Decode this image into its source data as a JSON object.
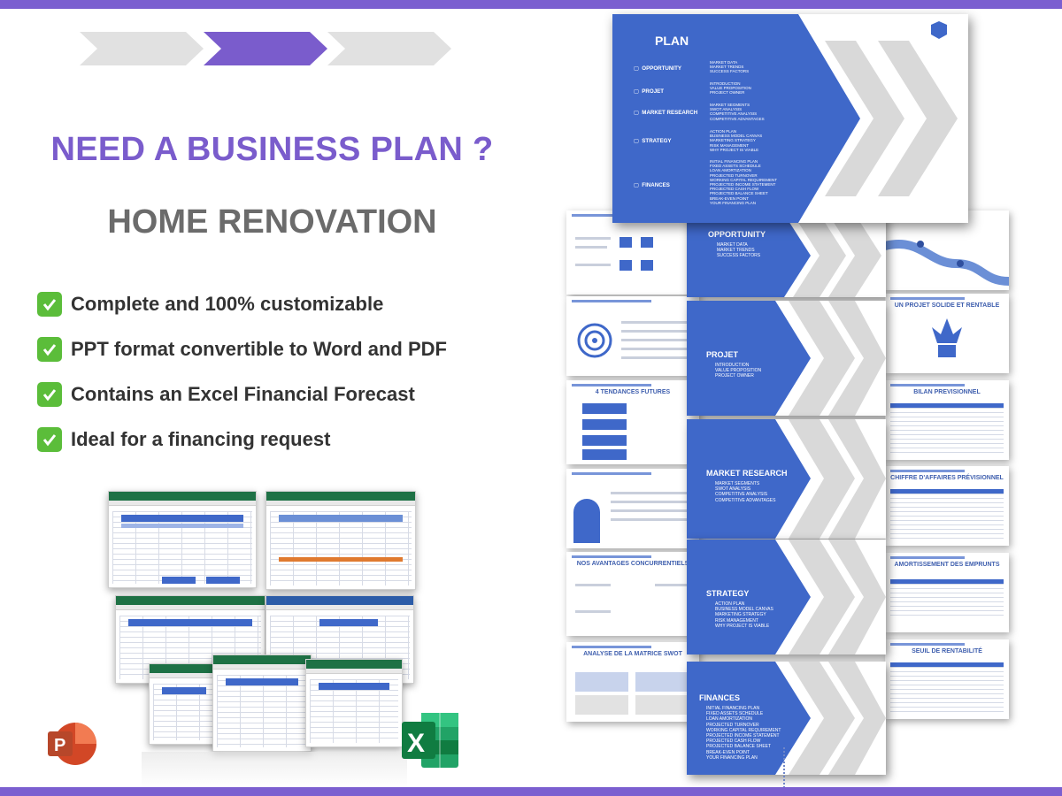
{
  "headline": "NEED A BUSINESS PLAN ?",
  "subheadline": "HOME RENOVATION",
  "features": [
    "Complete and 100% customizable",
    "PPT format convertible to Word and PDF",
    "Contains an Excel Financial Forecast",
    "Ideal for a financing request"
  ],
  "colors": {
    "accent_purple": "#7a5ccc",
    "slide_blue": "#3f68c9",
    "check_green": "#5bbd3a",
    "excel_green": "#1e7145",
    "powerpoint_orange": "#d24726"
  },
  "icons": {
    "check": "check-mark-icon",
    "powerpoint": "powerpoint-app-icon",
    "excel": "excel-app-icon"
  },
  "plan": {
    "title": "PLAN",
    "rows": [
      {
        "label": "OPPORTUNITY",
        "items": [
          "MARKET DATA",
          "MARKET TRENDS",
          "SUCCESS FACTORS"
        ]
      },
      {
        "label": "PROJET",
        "items": [
          "INTRODUCTION",
          "VALUE PROPOSITION",
          "PROJECT OWNER"
        ]
      },
      {
        "label": "MARKET RESEARCH",
        "items": [
          "MARKET SEGMENTS",
          "SWOT ANALYSIS",
          "COMPETITIVE ANALYSIS",
          "COMPETITIVE ADVANTAGES"
        ]
      },
      {
        "label": "STRATEGY",
        "items": [
          "ACTION PLAN",
          "BUSINESS MODEL CANVAS",
          "MARKETING STRATEGY",
          "RISK MANAGEMENT",
          "WHY PROJECT IS VIABLE"
        ]
      },
      {
        "label": "FINANCES",
        "items": [
          "INITIAL FINANCING PLAN",
          "FIXED ASSETS SCHEDULE",
          "LOAN AMORTIZATION",
          "PROJECTED TURNOVER",
          "WORKING CAPITAL REQUIREMENT",
          "PROJECTED INCOME STATEMENT",
          "PROJECTED CASH FLOW",
          "PROJECTED BALANCE SHEET",
          "BREAK-EVEN POINT",
          "YOUR FINANCING PLAN"
        ]
      }
    ]
  },
  "sections": [
    {
      "title": "OPPORTUNITY",
      "items": [
        "MARKET DATA",
        "MARKET TRENDS",
        "SUCCESS FACTORS"
      ]
    },
    {
      "title": "PROJET",
      "items": [
        "INTRODUCTION",
        "VALUE PROPOSITION",
        "PROJECT OWNER"
      ]
    },
    {
      "title": "MARKET RESEARCH",
      "items": [
        "MARKET SEGMENTS",
        "SWOT ANALYSIS",
        "COMPETITIVE ANALYSIS",
        "COMPETITIVE ADVANTAGES"
      ]
    },
    {
      "title": "STRATEGY",
      "items": [
        "ACTION PLAN",
        "BUSINESS MODEL CANVAS",
        "MARKETING STRATEGY",
        "RISK MANAGEMENT",
        "WHY PROJECT IS VIABLE"
      ]
    },
    {
      "title": "FINANCES",
      "items": [
        "INITIAL FINANCING PLAN",
        "FIXED ASSETS SCHEDULE",
        "LOAN AMORTIZATION",
        "PROJECTED TURNOVER",
        "WORKING CAPITAL REQUIREMENT",
        "PROJECTED INCOME STATEMENT",
        "PROJECTED CASH FLOW",
        "PROJECTED BALANCE SHEET",
        "BREAK-EVEN POINT",
        "YOUR FINANCING PLAN"
      ]
    }
  ],
  "slide_titles": {
    "nos_avantages": "NOS AVANTAGES CONCURRENTIELS",
    "swot": "ANALYSE DE LA MATRICE SWOT",
    "bilan": "BILAN PREVISIONNEL",
    "chiffre": "CHIFFRE D'AFFAIRES PRÉVISIONNEL",
    "amortissement": "AMORTISSEMENT DES EMPRUNTS",
    "seuil": "SEUIL DE RENTABILITÉ",
    "projet_solide": "UN PROJET SOLIDE ET RENTABLE",
    "tendances": "4 TENDANCES FUTURES"
  }
}
